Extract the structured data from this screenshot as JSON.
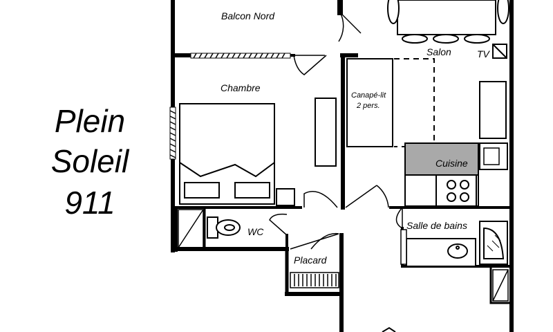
{
  "title": {
    "line1": "Plein",
    "line2": "Soleil",
    "line3": "911"
  },
  "rooms": {
    "balcon": "Balcon Nord",
    "salon": "Salon",
    "tv": "TV",
    "chambre": "Chambre",
    "canape_line1": "Canapé-lit",
    "canape_line2": "2 pers.",
    "cuisine": "Cuisine",
    "wc": "WC",
    "salle_de_bains": "Salle de bains",
    "placard": "Placard"
  },
  "colors": {
    "wall": "#000000",
    "kitchen_fill": "#a9a9a9"
  }
}
